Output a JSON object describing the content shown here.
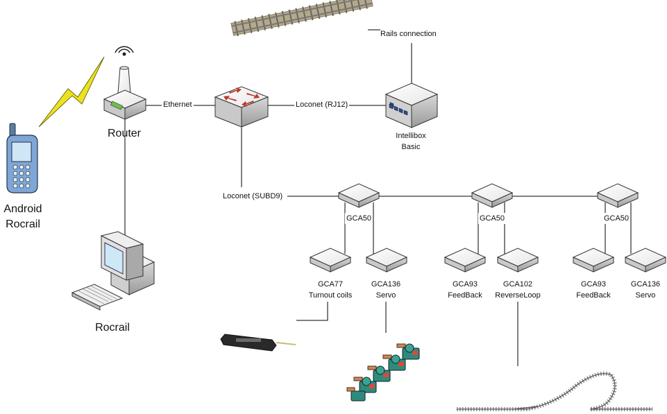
{
  "diagram": {
    "devices": {
      "router": "Router",
      "android": [
        "Android",
        "Rocrail"
      ],
      "rocrail_pc": "Rocrail",
      "intellibox": [
        "Intellibox",
        "Basic"
      ],
      "gca50_labels": [
        "GCA50",
        "GCA50",
        "GCA50"
      ],
      "modules": [
        {
          "name": "GCA77",
          "desc": "Turnout coils"
        },
        {
          "name": "GCA136",
          "desc": "Servo"
        },
        {
          "name": "GCA93",
          "desc": "FeedBack"
        },
        {
          "name": "GCA102",
          "desc": "ReverseLoop"
        },
        {
          "name": "GCA93",
          "desc": "FeedBack"
        },
        {
          "name": "GCA136",
          "desc": "Servo"
        }
      ]
    },
    "connections": {
      "ethernet": "Ethernet",
      "loconet_rj12": "Loconet (RJ12)",
      "loconet_subd9": "Loconet (SUBD9)",
      "rails": "Rails connection"
    },
    "colors": {
      "line": "#000000",
      "device_fill": "#ffffff",
      "device_edge": "#333333",
      "lightning": "#e9e01a",
      "servo_green": "#2e8b7a",
      "switch_arrow": "#c0392b"
    }
  }
}
